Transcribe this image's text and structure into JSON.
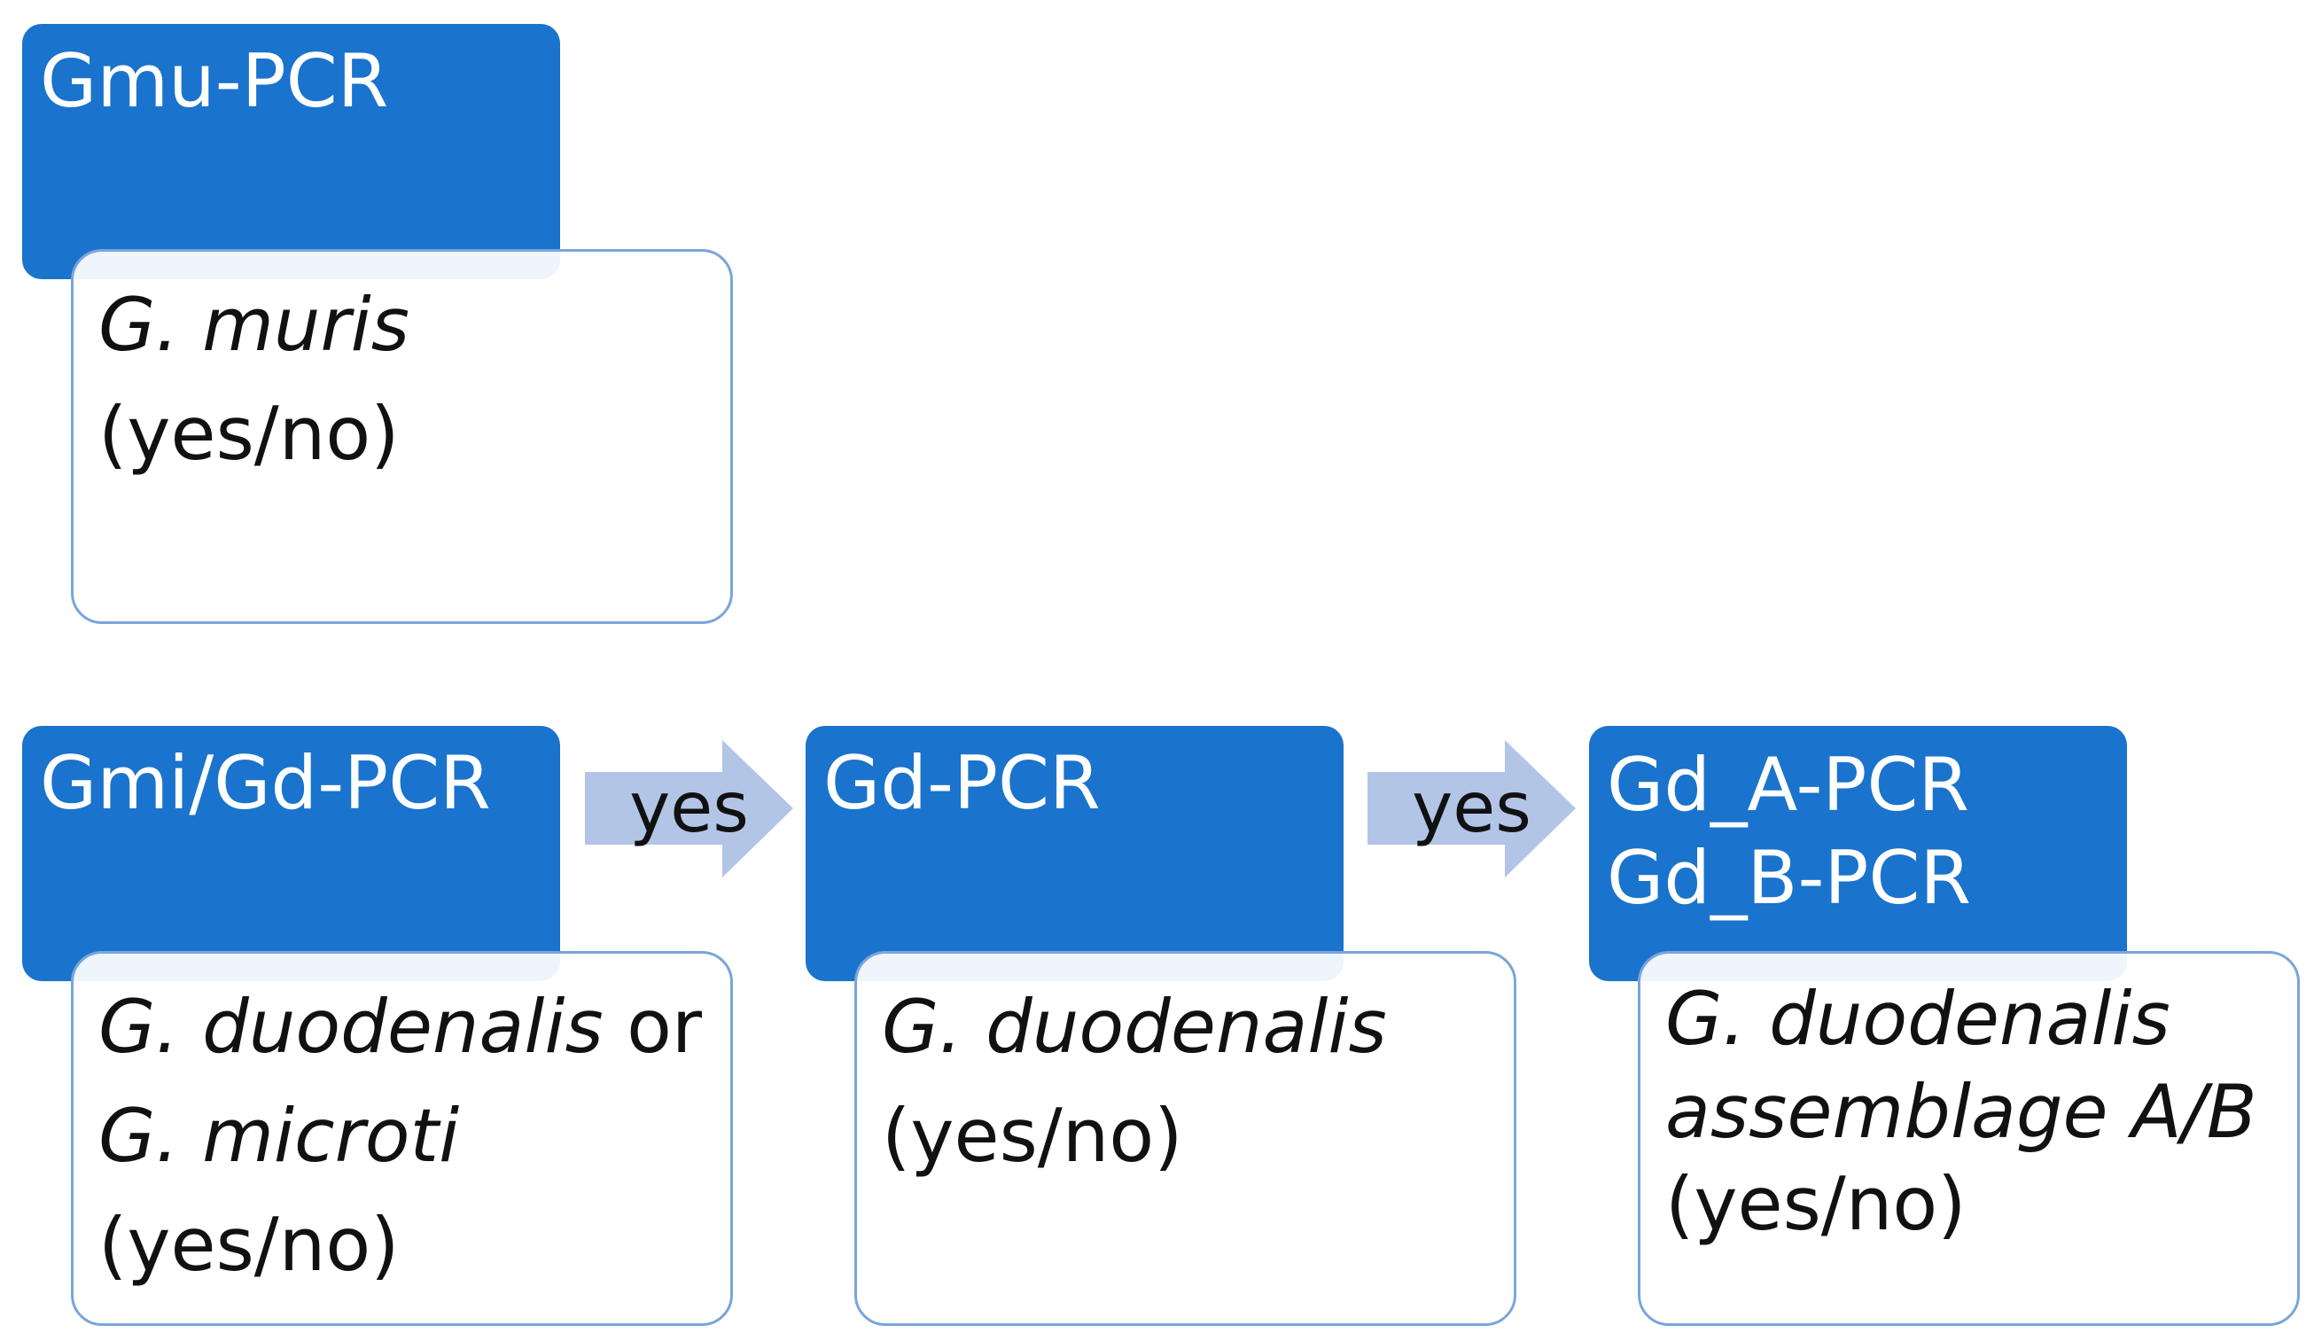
{
  "colors": {
    "header_fill": "#1a73cc",
    "header_text": "#ffffff",
    "box_border": "#7aa5da",
    "arrow_fill": "#b3c5e6",
    "text": "#111111"
  },
  "gmu": {
    "title": "Gmu-PCR",
    "result": {
      "l1_italic": "G. muris",
      "l2": "(yes/no)"
    }
  },
  "gmi": {
    "title": "Gmi/Gd-PCR",
    "result": {
      "l1_italic": "G. duodenalis",
      "l1_plain": " or",
      "l2_italic": "G. microti",
      "l3": "(yes/no)"
    }
  },
  "arrow1": {
    "label": "yes"
  },
  "gd": {
    "title": "Gd-PCR",
    "result": {
      "l1_italic": "G. duodenalis",
      "l2": "(yes/no)"
    }
  },
  "arrow2": {
    "label": "yes"
  },
  "gdab": {
    "title_line1": "Gd_A-PCR",
    "title_line2": "Gd_B-PCR",
    "result": {
      "l1_italic": "G. duodenalis",
      "l2_italic": " assemblage A/B",
      "l3": "(yes/no)"
    }
  }
}
